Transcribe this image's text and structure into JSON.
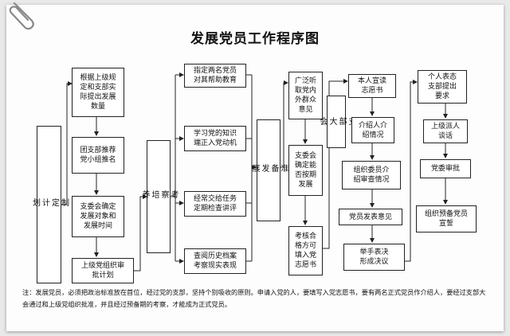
{
  "title": "发展党员工作程序图",
  "nodes": {
    "plan": "制\n定\n计\n划",
    "report_quota": "根据上级规\n定和支部实\n际提出发展\n数量",
    "branch_recommend": "团支部推荐\n党小组推名",
    "committee_confirm": "支委会确定\n发展对象和\n发展时间",
    "superior_approve": "上级党组织审\n批计划",
    "train": "考\n察\n培\n养",
    "assign_members": "指定两名党员\n对其帮助教育",
    "study_knowledge": "学习党的知识\n端正入党动机",
    "assign_tasks": "经常交给任务\n定期检查讲评",
    "review_files": "查阅历史档案\n考察现实表现",
    "prepare": "准\n备\n发\n展",
    "solicit_opinions": "广泛听\n取党内\n外群众\n意见",
    "committee_decide": "支委会\n确定能\n否按期\n发展",
    "fill_application": "考核合\n格方可\n填入党\n志愿书",
    "branch_meeting": "支\n部\n大\n会",
    "read_application": "本人宣读\n志愿书",
    "introducer": "介绍人介\n绍情况",
    "organizer_intro": "组织委员介\n绍审查情况",
    "members_opinion": "党员发表意见",
    "vote": "举手表决\n形成决议",
    "express_wish": "个人表态\n支部提出\n要求",
    "superior_talk": "上级派人\n谈话",
    "party_committee_approve": "党委审批",
    "oath": "组织预备党员\n宣誓"
  },
  "note": "注：发展党员，必须把政治标准放在首位，经过党的支部，坚持个别吸收的原则。申请入党的人，要填写入党志愿书，要有两名正式党员作介绍人，要经过支部大会通过和上级党组织批准，并且经过预备期的考察，才能成为正式党员。"
}
